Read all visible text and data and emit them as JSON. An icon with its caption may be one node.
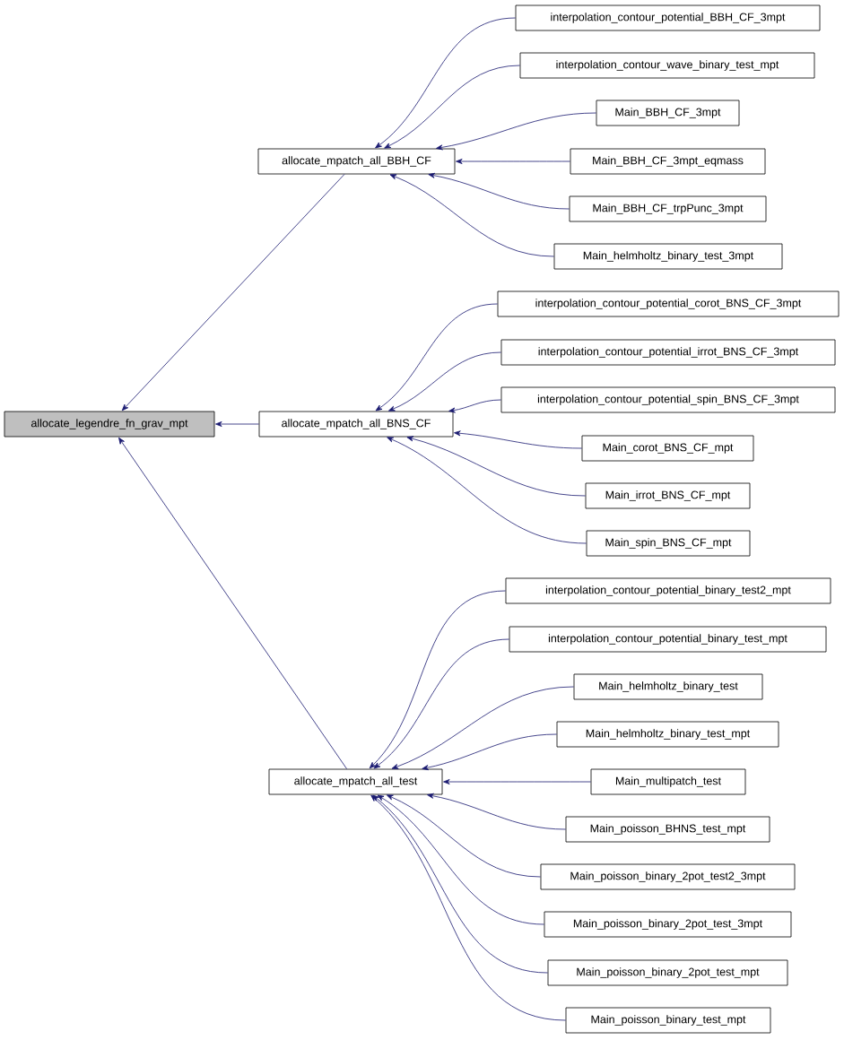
{
  "diagram": {
    "nodes": [
      {
        "text": [
          "allocate_legendre_fn_grav_mpt"
        ]
      },
      {
        "text": [
          "allocate_mpatch_all_BBH_CF"
        ]
      },
      {
        "text": [
          "allocate_mpatch_all_BNS_CF"
        ]
      },
      {
        "text": [
          "allocate_mpatch_all_test"
        ]
      },
      {
        "text": [
          "interpolation_contour_potential_BBH_CF_3mpt"
        ]
      },
      {
        "text": [
          "interpolation_contour_wave_binary_test_mpt"
        ]
      },
      {
        "text": [
          "Main_BBH_CF_3mpt"
        ]
      },
      {
        "text": [
          "Main_BBH_CF_3mpt_eqmass"
        ]
      },
      {
        "text": [
          "Main_BBH_CF_trpPunc_3mpt"
        ]
      },
      {
        "text": [
          "Main_helmholtz_binary_test_3mpt"
        ]
      },
      {
        "text": [
          "interpolation_contour_potential_corot_BNS_CF_3mpt"
        ]
      },
      {
        "text": [
          "interpolation_contour_potential_irrot_BNS_CF_3mpt"
        ]
      },
      {
        "text": [
          "interpolation_contour_potential_spin_BNS_CF_3mpt"
        ]
      },
      {
        "text": [
          "Main_corot_BNS_CF_mpt"
        ]
      },
      {
        "text": [
          "Main_irrot_BNS_CF_mpt"
        ]
      },
      {
        "text": [
          "Main_spin_BNS_CF_mpt"
        ]
      },
      {
        "text": [
          "interpolation_contour_potential_binary_test2_mpt"
        ]
      },
      {
        "text": [
          "interpolation_contour_potential_binary_test_mpt"
        ]
      },
      {
        "text": [
          "Main_helmholtz_binary_test"
        ]
      },
      {
        "text": [
          "Main_helmholtz_binary_test_mpt"
        ]
      },
      {
        "text": [
          "Main_multipatch_test"
        ]
      },
      {
        "text": [
          "Main_poisson_BHNS_test_mpt"
        ]
      },
      {
        "text": [
          "Main_poisson_binary_2pot_test2_3mpt"
        ]
      },
      {
        "text": [
          "Main_poisson_binary_2pot_test_3mpt"
        ]
      },
      {
        "text": [
          "Main_poisson_binary_2pot_test_mpt"
        ]
      },
      {
        "text": [
          "Main_poisson_binary_test_mpt"
        ]
      }
    ],
    "edges": [
      {
        "from": 1,
        "to": 0,
        "arrow": "to"
      },
      {
        "from": 2,
        "to": 0,
        "arrow": "to"
      },
      {
        "from": 3,
        "to": 0,
        "arrow": "to"
      },
      {
        "from": 4,
        "to": 1,
        "arrow": "to"
      },
      {
        "from": 5,
        "to": 1,
        "arrow": "to"
      },
      {
        "from": 6,
        "to": 1,
        "arrow": "to"
      },
      {
        "from": 7,
        "to": 1,
        "arrow": "to"
      },
      {
        "from": 8,
        "to": 1,
        "arrow": "to"
      },
      {
        "from": 9,
        "to": 1,
        "arrow": "to"
      },
      {
        "from": 10,
        "to": 2,
        "arrow": "to"
      },
      {
        "from": 11,
        "to": 2,
        "arrow": "to"
      },
      {
        "from": 12,
        "to": 2,
        "arrow": "to"
      },
      {
        "from": 13,
        "to": 2,
        "arrow": "to"
      },
      {
        "from": 14,
        "to": 2,
        "arrow": "to"
      },
      {
        "from": 15,
        "to": 2,
        "arrow": "to"
      },
      {
        "from": 16,
        "to": 3,
        "arrow": "to"
      },
      {
        "from": 17,
        "to": 3,
        "arrow": "to"
      },
      {
        "from": 18,
        "to": 3,
        "arrow": "to"
      },
      {
        "from": 19,
        "to": 3,
        "arrow": "to"
      },
      {
        "from": 20,
        "to": 3,
        "arrow": "to"
      },
      {
        "from": 21,
        "to": 3,
        "arrow": "to"
      },
      {
        "from": 22,
        "to": 3,
        "arrow": "to"
      },
      {
        "from": 23,
        "to": 3,
        "arrow": "to"
      },
      {
        "from": 24,
        "to": 3,
        "arrow": "to"
      },
      {
        "from": 25,
        "to": 3,
        "arrow": "to"
      }
    ]
  }
}
